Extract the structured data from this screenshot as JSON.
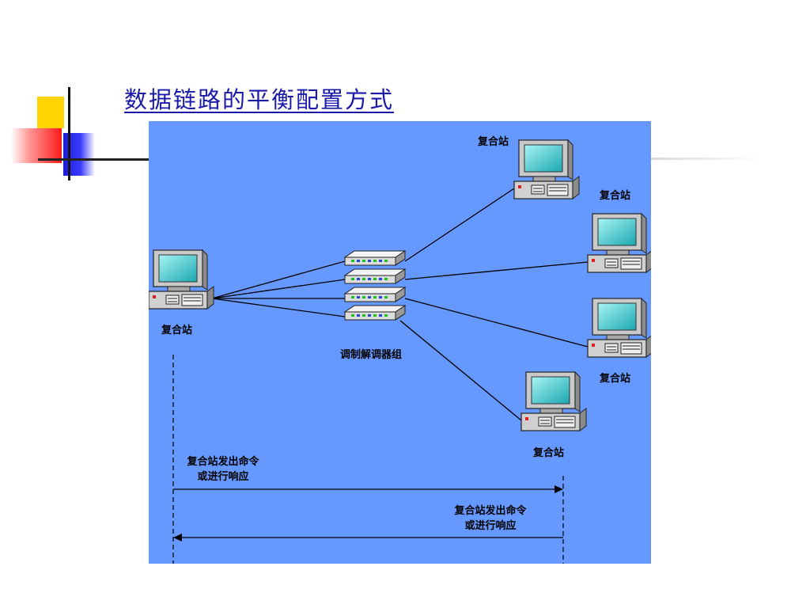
{
  "title": "数据链路的平衡配置方式",
  "colors": {
    "diagram_background": "#6699ff",
    "title": "#1a1aa8"
  },
  "stations": [
    {
      "id": "left",
      "label": "复合站"
    },
    {
      "id": "top",
      "label": "复合站"
    },
    {
      "id": "right1",
      "label": "复合站"
    },
    {
      "id": "right2",
      "label": "复合站"
    },
    {
      "id": "bottom",
      "label": "复合站"
    }
  ],
  "modem_group_label": "调制解调器组",
  "arrows": [
    {
      "direction": "right",
      "label_lines": [
        "复合站发出命令",
        "或进行响应"
      ]
    },
    {
      "direction": "left",
      "label_lines": [
        "复合站发出命令",
        "或进行响应"
      ]
    }
  ]
}
